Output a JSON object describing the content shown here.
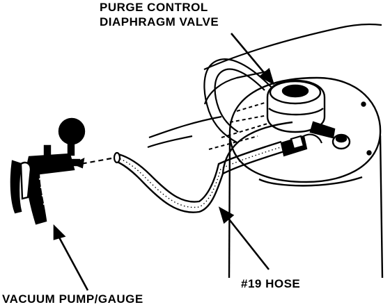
{
  "labels": {
    "purge_line1": "PURGE CONTROL",
    "purge_line2": "DIAPHRAGM VALVE",
    "hose": "#19 HOSE",
    "pump": "VACUUM PUMP/GAUGE"
  },
  "colors": {
    "ink": "#000000",
    "paper": "#ffffff"
  }
}
